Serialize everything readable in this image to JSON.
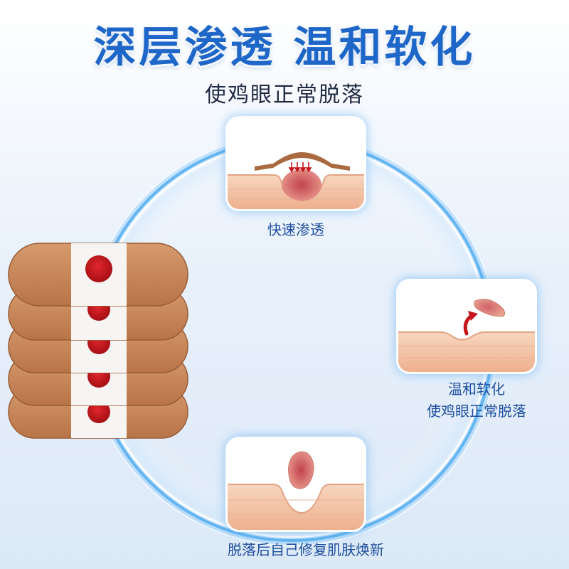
{
  "header": {
    "title": "深层渗透 温和软化",
    "subtitle": "使鸡眼正常脱落"
  },
  "steps": [
    {
      "label": "快速渗透",
      "icon": "patch-penetration-icon"
    },
    {
      "label_line1": "温和软化",
      "label_line2": "使鸡眼正常脱落",
      "icon": "corn-lifting-icon"
    },
    {
      "label": "脱落后自己修复肌肤焕新",
      "icon": "skin-repair-icon"
    }
  ],
  "product": {
    "icon": "corn-plaster-stack",
    "count": 5
  },
  "colors": {
    "title": "#1e67c8",
    "subtitle": "#1f2a44",
    "label": "#1f4fa0",
    "ring": "#6fb6f2",
    "plaster": "#c8875a",
    "medicine_dot": "#c4161c",
    "skin": "#f4c4a4"
  }
}
